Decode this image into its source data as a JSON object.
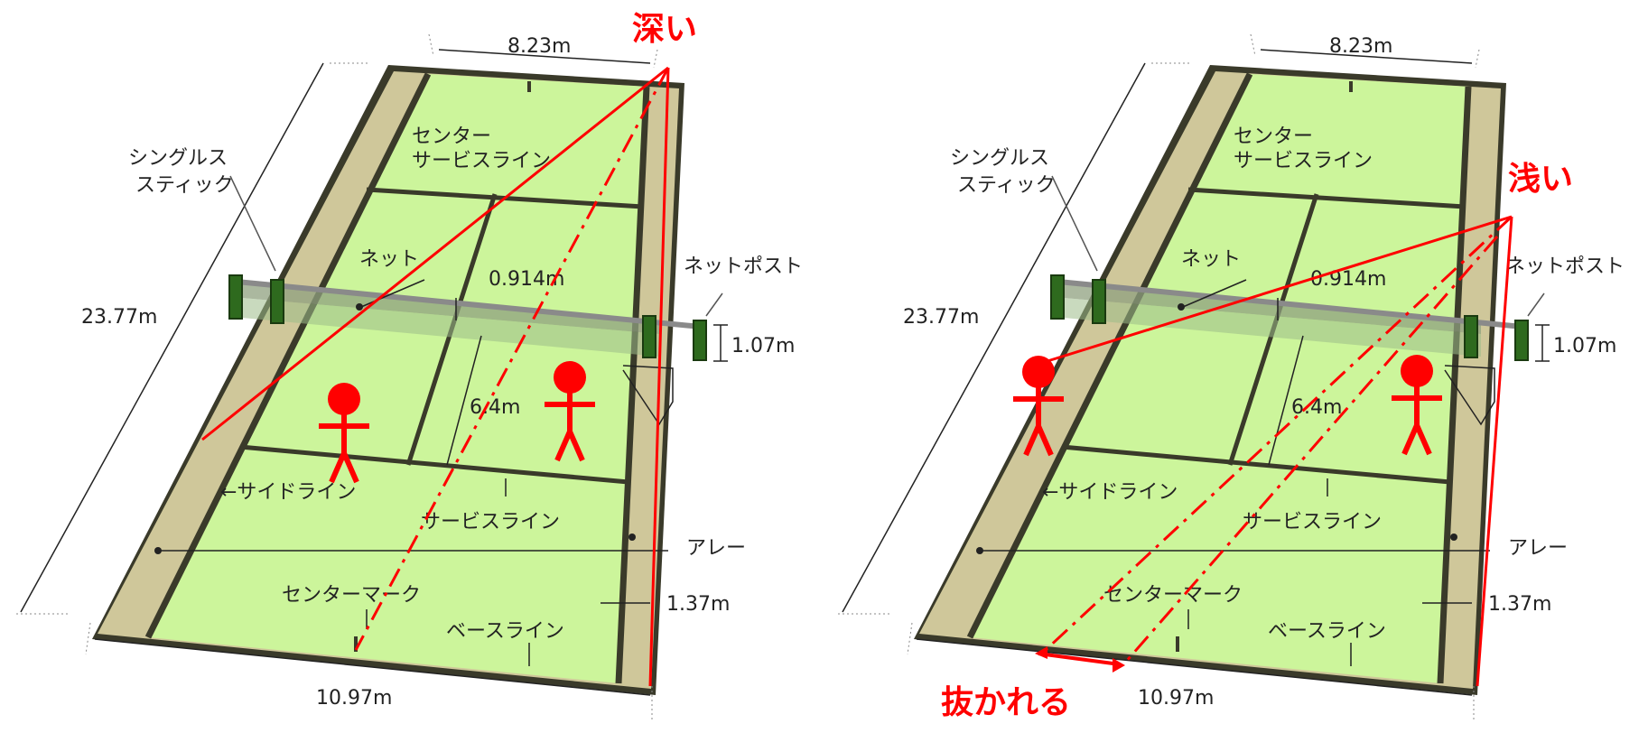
{
  "panels": [
    {
      "id": "left",
      "marker": "深い",
      "labels": {
        "width_top": "8.23m",
        "singles_stick": [
          "シングルス",
          "スティック"
        ],
        "center_service": [
          "センター",
          "サービスライン"
        ],
        "net": "ネット",
        "net_center_height": "0.914m",
        "net_post": "ネットポスト",
        "post_height": "1.07m",
        "length": "23.77m",
        "service_depth": "6.4m",
        "sideline": "←サイドライン",
        "service_line": "サービスライン",
        "alley": "アレー",
        "alley_width": "1.37m",
        "center_mark": "センターマーク",
        "baseline": "ベースライン",
        "width_bottom": "10.97m"
      }
    },
    {
      "id": "right",
      "marker": "浅い",
      "extra": "抜かれる",
      "labels": {
        "width_top": "8.23m",
        "singles_stick": [
          "シングルス",
          "スティック"
        ],
        "center_service": [
          "センター",
          "サービスライン"
        ],
        "net": "ネット",
        "net_center_height": "0.914m",
        "net_post": "ネットポスト",
        "post_height": "1.07m",
        "length": "23.77m",
        "service_depth": "6.4m",
        "sideline": "←サイドライン",
        "service_line": "サービスライン",
        "alley": "アレー",
        "alley_width": "1.37m",
        "center_mark": "センターマーク",
        "baseline": "ベースライン",
        "width_bottom": "10.97m"
      }
    }
  ],
  "colors": {
    "court_green": "#ccf59b",
    "alley_tan": "#cfc79a",
    "court_line": "#3a3a2a",
    "net_post": "#2e6a1e",
    "net_band": "#9aa094",
    "annotation_red": "#ff0000"
  }
}
